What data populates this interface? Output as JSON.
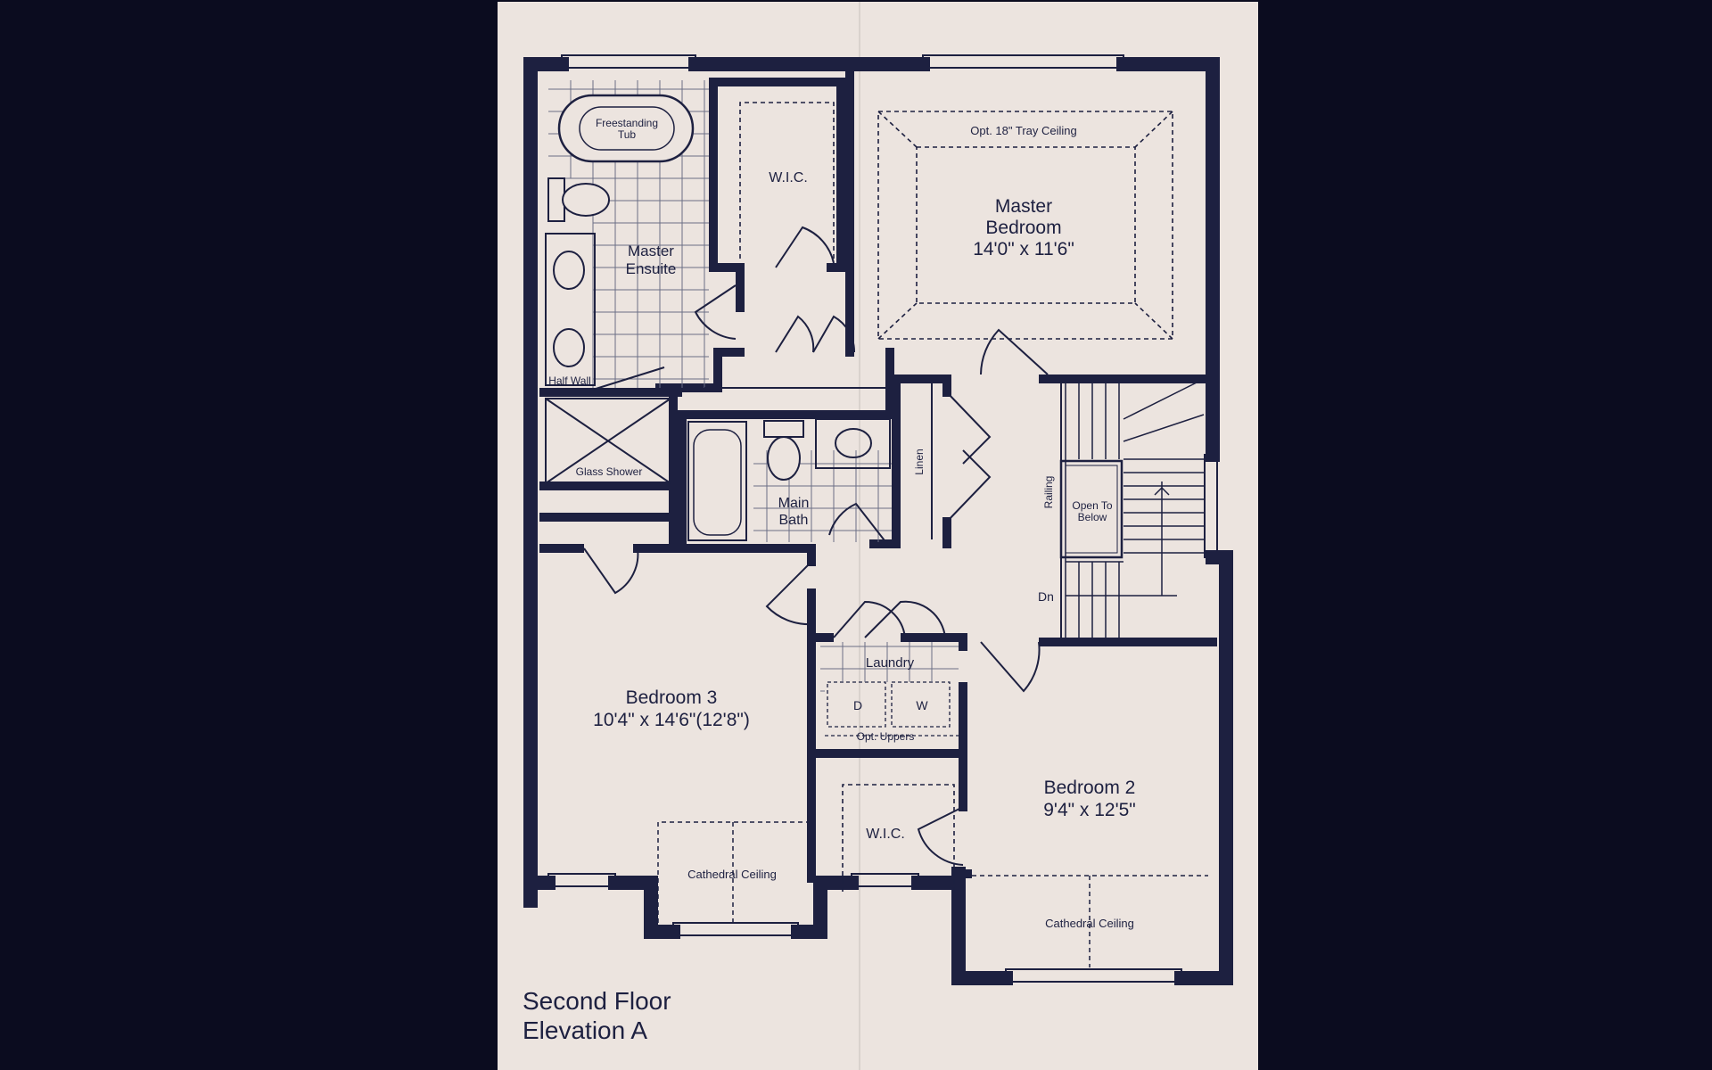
{
  "caption": {
    "line1": "Second Floor",
    "line2": "Elevation A"
  },
  "rooms": {
    "master_bedroom": {
      "name_line1": "Master",
      "name_line2": "Bedroom",
      "size": "14'0\" x 11'6\""
    },
    "tray_ceiling": "Opt. 18\" Tray Ceiling",
    "master_wic": "W.I.C.",
    "tub": {
      "line1": "Freestanding",
      "line2": "Tub"
    },
    "master_ensuite": {
      "line1": "Master",
      "line2": "Ensuite"
    },
    "half_wall": "Half Wall",
    "glass_shower": "Glass Shower",
    "main_bath": {
      "line1": "Main",
      "line2": "Bath"
    },
    "linen": "Linen",
    "railing": "Railing",
    "open_to_below": {
      "line1": "Open To",
      "line2": "Below"
    },
    "dn": "Dn",
    "laundry": "Laundry",
    "dryer": "D",
    "washer": "W",
    "opt_uppers": "Opt. Uppers",
    "bedroom3": {
      "name": "Bedroom 3",
      "size": "10'4\" x 14'6\"(12'8\")"
    },
    "cathedral_ceiling_b3": "Cathedral Ceiling",
    "wic_b2": "W.I.C.",
    "bedroom2": {
      "name": "Bedroom 2",
      "size": "9'4\" x 12'5\""
    },
    "cathedral_ceiling_b2": "Cathedral Ceiling"
  },
  "colors": {
    "background": "#0b0c1f",
    "paper": "#ece4df",
    "ink": "#1d2040"
  }
}
